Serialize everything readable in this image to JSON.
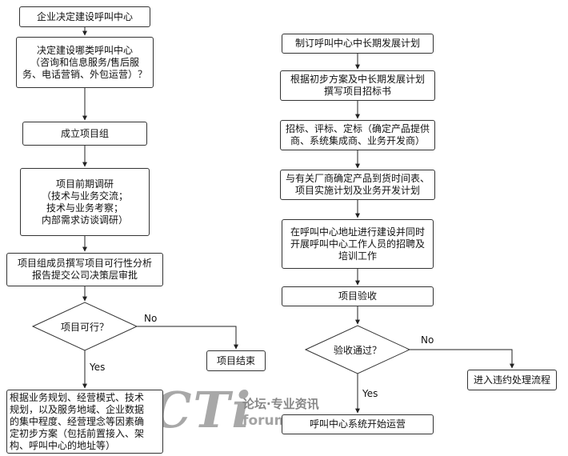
{
  "nodes": {
    "l1": {
      "text": "企业决定建设呼叫中心"
    },
    "l2": {
      "text": "决定建设哪类呼叫中心\n（咨询和信息服务/售后服\n务、电话营销、外包运营）？"
    },
    "l3": {
      "text": "成立项目组"
    },
    "l4": {
      "text": "项目前期调研\n（技术与业务交流；\n技术与业务考察；\n内部需求访谈调研）"
    },
    "l5": {
      "text": "项目组成员撰写项目可行性分析\n报告提交公司决策层审批"
    },
    "d1": {
      "text": "项目可行？"
    },
    "end1": {
      "text": "项目结束"
    },
    "l6": {
      "text": "根据业务规划、经营模式、技术\n规划，以及服务地域、企业数据\n的集中程度、经营理念等因素确\n定初步方案（包括前置接入、架\n构、呼叫中心的地址等）"
    },
    "r1": {
      "text": "制订呼叫中心中长期发展计划"
    },
    "r2": {
      "text": "根据初步方案及中长期发展计划\n撰写项目招标书"
    },
    "r3": {
      "text": "招标、评标、定标（确定产品提供\n商、系统集成商、业务开发商）"
    },
    "r4": {
      "text": "与有关厂商确定产品到货时间表、\n项目实施计划及业务开发计划"
    },
    "r5": {
      "text": "在呼叫中心地址进行建设并同时\n开展呼叫中心工作人员的招聘及\n培训工作"
    },
    "r6": {
      "text": "项目验收"
    },
    "d2": {
      "text": "验收通过？"
    },
    "breach": {
      "text": "进入违约处理流程"
    },
    "r8": {
      "text": "呼叫中心系统开始运营"
    }
  },
  "labels": {
    "no1": "No",
    "yes1": "Yes",
    "no2": "No",
    "yes2": "Yes"
  },
  "watermark": {
    "logo": "CTi",
    "tagline": "论坛·专业资讯",
    "domain": "forum.com"
  },
  "colors": {
    "border": "#333333",
    "line": "#222222",
    "watermark_gray": "#a8a8a8"
  }
}
